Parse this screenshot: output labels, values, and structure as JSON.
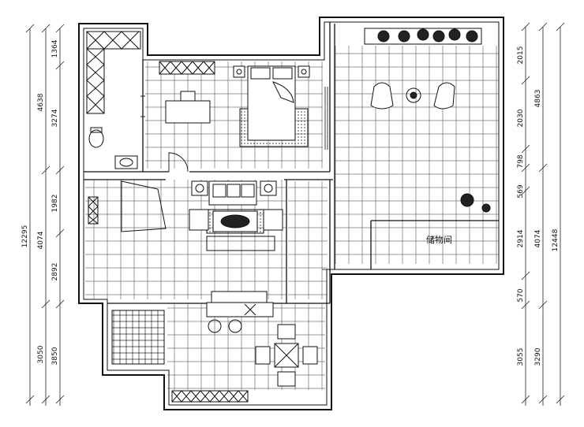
{
  "labels": {
    "storage_room": "储物间"
  },
  "dimensions": {
    "left_outer": {
      "total": "12295"
    },
    "left_middle": [
      "4638",
      "4074",
      "3050"
    ],
    "left_inner": [
      "1364",
      "3274",
      "1982",
      "2892",
      "3850"
    ],
    "right_inner": [
      "2015",
      "2030",
      "798",
      "569",
      "2914",
      "570",
      "3055"
    ],
    "right_middle": [
      "4863",
      "4074",
      "3290"
    ],
    "right_outer": {
      "total": "12448"
    }
  }
}
